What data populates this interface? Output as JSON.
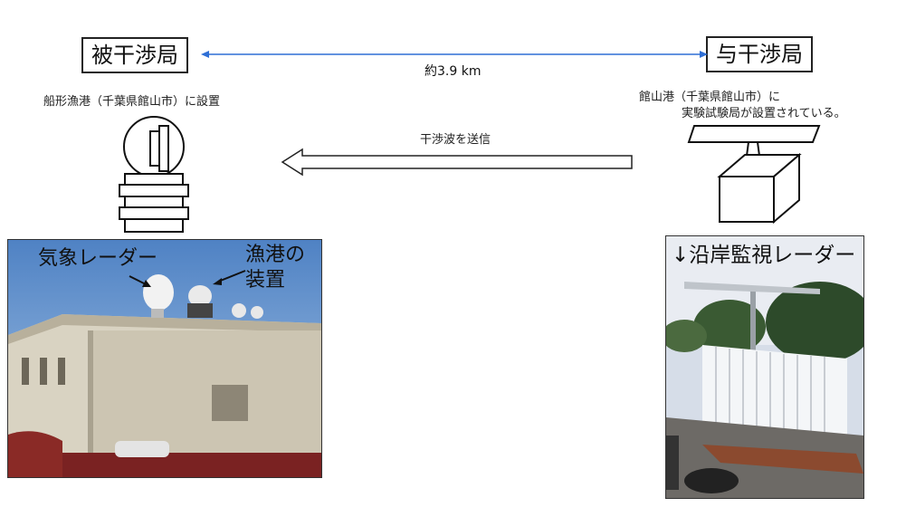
{
  "left_station": {
    "title": "被干渉局",
    "location": "船形漁港（千葉県館山市）に設置"
  },
  "right_station": {
    "title": "与干渉局",
    "location_line1": "館山港（千葉県館山市）に",
    "location_line2": "実験試験局が設置されている。"
  },
  "distance_label": "約3.9 km",
  "transmission_label": "干渉波を送信",
  "left_photo": {
    "label_radar": "気象レーダー",
    "label_port_line1": "漁港の",
    "label_port_line2": "装置"
  },
  "right_photo": {
    "label": "↓沿岸監視レーダー"
  },
  "colors": {
    "distance_arrow": "#2f6fd6",
    "sky_left": "#7aa6d8",
    "building": "#d9d3c2"
  }
}
